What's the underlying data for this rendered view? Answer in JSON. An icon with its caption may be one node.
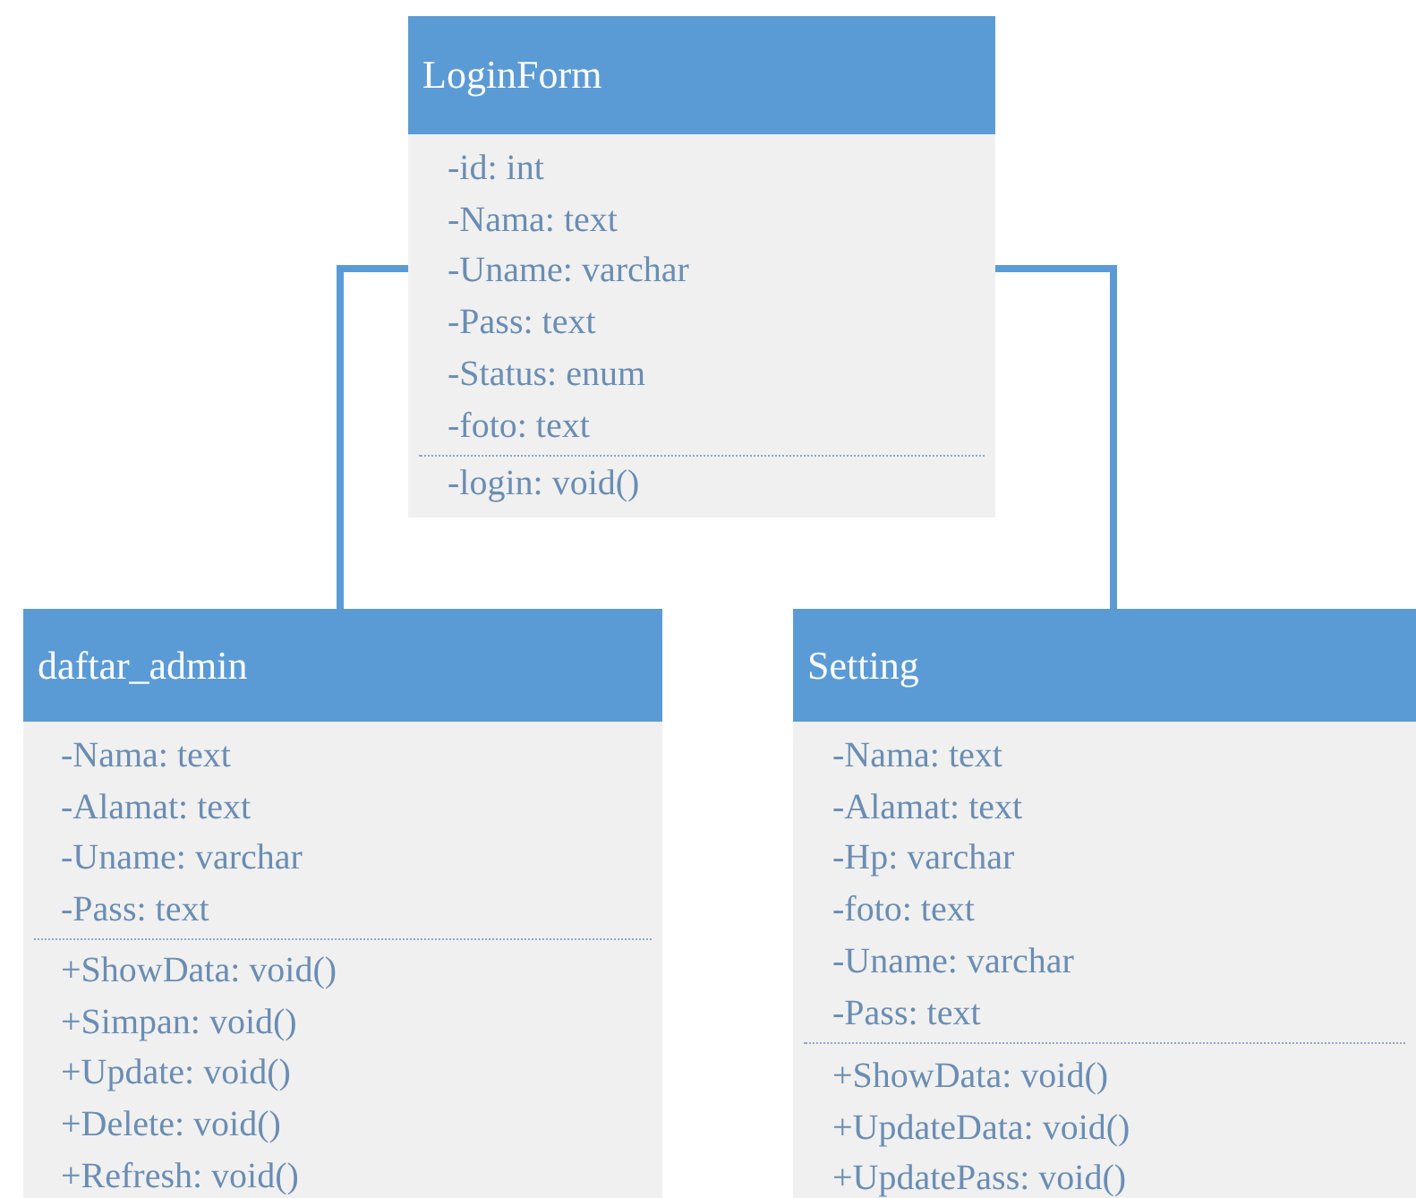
{
  "diagram": {
    "nodes": [
      {
        "text": [
          "LoginForm",
          "-id: int",
          "-Nama: text",
          "-Uname: varchar",
          "-Pass: text",
          "-Status: enum",
          "-foto: text",
          "-login: void()"
        ]
      },
      {
        "text": [
          "daftar_admin",
          "-Nama: text",
          "-Alamat: text",
          "-Uname: varchar",
          "-Pass: text",
          "+ShowData: void()",
          "+Simpan: void()",
          "+Update: void()",
          "+Delete: void()",
          "+Refresh: void()"
        ]
      },
      {
        "text": [
          "Setting",
          "-Nama: text",
          "-Alamat: text",
          "-Hp: varchar",
          "-foto: text",
          "-Uname: varchar",
          "-Pass: text",
          "+ShowData: void()",
          "+UpdateData: void()",
          "+UpdatePass: void()"
        ]
      }
    ],
    "edges": [
      {
        "from": 0,
        "to": 1,
        "arrow": "none"
      },
      {
        "from": 0,
        "to": 2,
        "arrow": "none"
      }
    ]
  }
}
